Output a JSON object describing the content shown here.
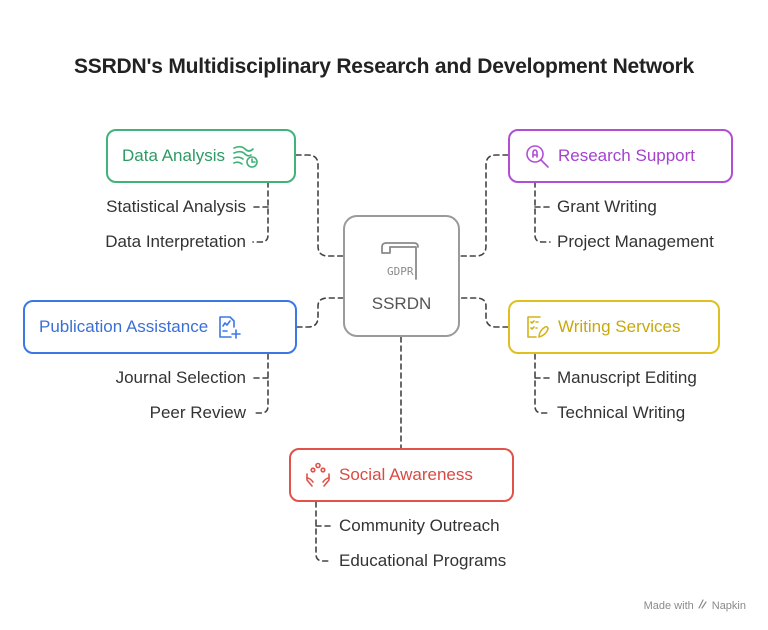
{
  "title": "SSRDN's Multidisciplinary Research and Development Network",
  "center": {
    "label": "SSRDN",
    "icon": "gdpr-document-icon",
    "icon_text": "GDPR"
  },
  "nodes": {
    "data_analysis": {
      "label": "Data Analysis",
      "color": "#3fb37a",
      "icon": "wind-chart-icon",
      "items": [
        "Statistical Analysis",
        "Data Interpretation"
      ]
    },
    "research_support": {
      "label": "Research Support",
      "color": "#b04fd6",
      "icon": "search-idea-icon",
      "items": [
        "Grant Writing",
        "Project Management"
      ]
    },
    "publication_assistance": {
      "label": "Publication Assistance",
      "color": "#3b78e7",
      "icon": "document-add-icon",
      "items": [
        "Journal Selection",
        "Peer Review"
      ]
    },
    "writing_services": {
      "label": "Writing Services",
      "color": "#e0c020",
      "icon": "checklist-pen-icon",
      "items": [
        "Manuscript Editing",
        "Technical Writing"
      ]
    },
    "social_awareness": {
      "label": "Social Awareness",
      "color": "#e0524a",
      "icon": "hands-people-icon",
      "items": [
        "Community Outreach",
        "Educational Programs"
      ]
    }
  },
  "footer": {
    "text": "Made with",
    "brand": "Napkin"
  }
}
